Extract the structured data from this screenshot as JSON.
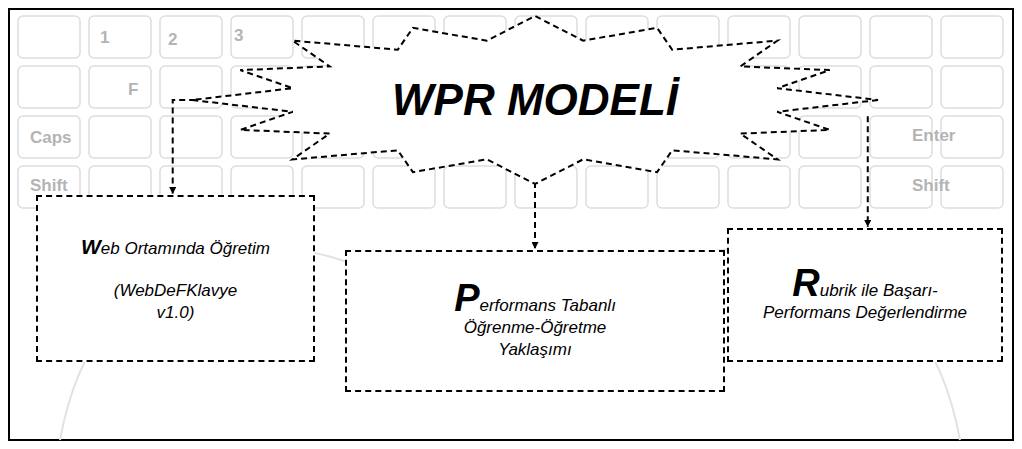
{
  "diagram": {
    "nodes": [
      {
        "text": [
          "WPR MODELİ"
        ]
      },
      {
        "text": [
          "Web Ortamında Öğretim",
          "(WebDeFKlavye v1.0)"
        ]
      },
      {
        "text": [
          "Performans Tabanlı Öğrenme-Öğretme Yaklaşımı"
        ]
      },
      {
        "text": [
          "Rubrik ile Başarı-Performans Değerlendirme"
        ]
      }
    ],
    "edges": [
      {
        "from": 0,
        "to": 1,
        "arrow": "to"
      },
      {
        "from": 0,
        "to": 2,
        "arrow": "to"
      },
      {
        "from": 0,
        "to": 3,
        "arrow": "to"
      }
    ],
    "labels": [
      "1",
      "2",
      "3",
      "F",
      "Caps",
      "Shift",
      "Enter",
      "Shift"
    ]
  }
}
